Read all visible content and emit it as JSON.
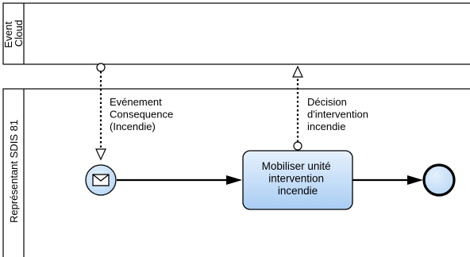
{
  "pools": [
    {
      "id": "event_cloud",
      "label_lines": [
        "Event",
        "Cloud"
      ]
    },
    {
      "id": "sdis",
      "label_lines": [
        "Représentant SDIS 81"
      ]
    }
  ],
  "message_flows": [
    {
      "id": "msg_in",
      "label_lines": [
        "Evénement",
        "Consequence",
        "(Incendie)"
      ]
    },
    {
      "id": "msg_out",
      "label_lines": [
        "Décision",
        "d'intervention",
        "incendie"
      ]
    }
  ],
  "task": {
    "label_lines": [
      "Mobiliser unité",
      "intervention",
      "incendie"
    ]
  },
  "start_event": {
    "type": "message",
    "icon": "envelope-icon"
  },
  "end_event": {
    "type": "none"
  },
  "colors": {
    "stroke": "#000000",
    "event_fill": "#b9d8f7",
    "task_fill_top": "#e6f1fd",
    "task_fill_bottom": "#a9cdf3"
  }
}
